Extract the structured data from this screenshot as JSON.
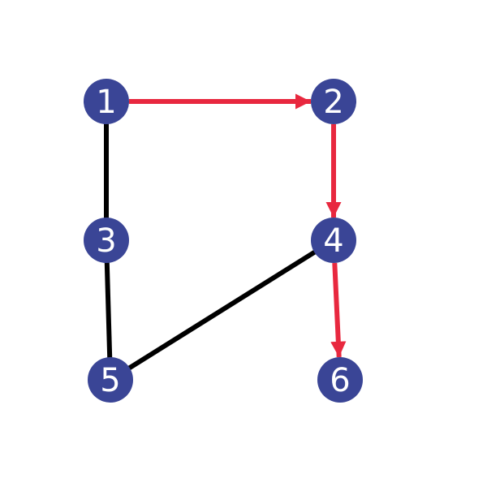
{
  "colors": {
    "node_fill": "#3a4596",
    "node_text": "#ffffff",
    "edge_default": "#000000",
    "edge_highlight": "#e8283f"
  },
  "graph": {
    "nodes": [
      {
        "id": "1",
        "label": "1"
      },
      {
        "id": "2",
        "label": "2"
      },
      {
        "id": "3",
        "label": "3"
      },
      {
        "id": "4",
        "label": "4"
      },
      {
        "id": "5",
        "label": "5"
      },
      {
        "id": "6",
        "label": "6"
      }
    ],
    "edges": [
      {
        "from": "1",
        "to": "3",
        "directed": false,
        "highlight": false
      },
      {
        "from": "3",
        "to": "5",
        "directed": false,
        "highlight": false
      },
      {
        "from": "5",
        "to": "4",
        "directed": false,
        "highlight": false
      },
      {
        "from": "1",
        "to": "2",
        "directed": true,
        "highlight": true
      },
      {
        "from": "2",
        "to": "4",
        "directed": true,
        "highlight": true
      },
      {
        "from": "4",
        "to": "6",
        "directed": true,
        "highlight": true
      }
    ]
  }
}
